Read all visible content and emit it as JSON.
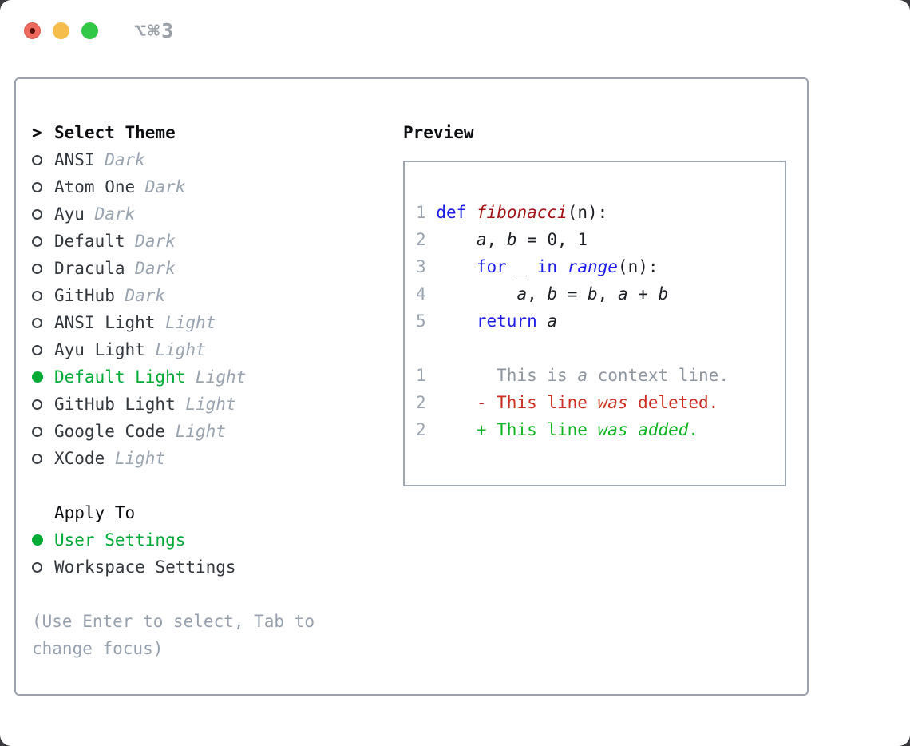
{
  "window": {
    "title": "⌥⌘3",
    "traffic_lights": [
      "close",
      "minimize",
      "zoom"
    ]
  },
  "theme_selector": {
    "header_prefix": ">",
    "header": "Select Theme",
    "themes": [
      {
        "name": "ANSI",
        "variant": "Dark",
        "selected": false
      },
      {
        "name": "Atom One",
        "variant": "Dark",
        "selected": false
      },
      {
        "name": "Ayu",
        "variant": "Dark",
        "selected": false
      },
      {
        "name": "Default",
        "variant": "Dark",
        "selected": false
      },
      {
        "name": "Dracula",
        "variant": "Dark",
        "selected": false
      },
      {
        "name": "GitHub",
        "variant": "Dark",
        "selected": false
      },
      {
        "name": "ANSI Light",
        "variant": "Light",
        "selected": false
      },
      {
        "name": "Ayu Light",
        "variant": "Light",
        "selected": false
      },
      {
        "name": "Default Light",
        "variant": "Light",
        "selected": true
      },
      {
        "name": "GitHub Light",
        "variant": "Light",
        "selected": false
      },
      {
        "name": "Google Code",
        "variant": "Light",
        "selected": false
      },
      {
        "name": "XCode",
        "variant": "Light",
        "selected": false
      }
    ]
  },
  "apply_to": {
    "header": "Apply To",
    "options": [
      {
        "label": "User Settings",
        "selected": true
      },
      {
        "label": "Workspace Settings",
        "selected": false
      }
    ]
  },
  "hint": "(Use Enter to select, Tab to change focus)",
  "preview": {
    "header": "Preview",
    "lines": [
      {
        "ln": "1",
        "cls": "code",
        "tokens": [
          {
            "t": " "
          },
          {
            "t": "def",
            "c": "kw"
          },
          {
            "t": " "
          },
          {
            "t": "fibonacci",
            "c": "fn"
          },
          {
            "t": "(n):"
          }
        ]
      },
      {
        "ln": "2",
        "cls": "code",
        "tokens": [
          {
            "t": "     "
          },
          {
            "t": "a",
            "c": "var"
          },
          {
            "t": ", "
          },
          {
            "t": "b",
            "c": "var"
          },
          {
            "t": " = 0, 1"
          }
        ]
      },
      {
        "ln": "3",
        "cls": "code",
        "tokens": [
          {
            "t": "     "
          },
          {
            "t": "for",
            "c": "kw"
          },
          {
            "t": " _ "
          },
          {
            "t": "in",
            "c": "kw"
          },
          {
            "t": " "
          },
          {
            "t": "range",
            "c": "bi"
          },
          {
            "t": "(n):"
          }
        ]
      },
      {
        "ln": "4",
        "cls": "code",
        "tokens": [
          {
            "t": "         "
          },
          {
            "t": "a",
            "c": "var"
          },
          {
            "t": ", "
          },
          {
            "t": "b",
            "c": "var"
          },
          {
            "t": " = "
          },
          {
            "t": "b",
            "c": "var"
          },
          {
            "t": ", "
          },
          {
            "t": "a",
            "c": "var"
          },
          {
            "t": " + "
          },
          {
            "t": "b",
            "c": "var"
          }
        ]
      },
      {
        "ln": "5",
        "cls": "code",
        "tokens": [
          {
            "t": "     "
          },
          {
            "t": "return",
            "c": "kw"
          },
          {
            "t": " "
          },
          {
            "t": "a",
            "c": "var"
          }
        ]
      },
      {
        "ln": "",
        "cls": "blank",
        "tokens": []
      },
      {
        "ln": "1",
        "cls": "ctx",
        "tokens": [
          {
            "t": "       This is "
          },
          {
            "t": "a",
            "c": "i"
          },
          {
            "t": " context line."
          }
        ]
      },
      {
        "ln": "2",
        "cls": "del",
        "tokens": [
          {
            "t": "     - This line "
          },
          {
            "t": "was",
            "c": "i"
          },
          {
            "t": " deleted."
          }
        ]
      },
      {
        "ln": "2",
        "cls": "add",
        "tokens": [
          {
            "t": "     + This line "
          },
          {
            "t": "was",
            "c": "i"
          },
          {
            "t": " "
          },
          {
            "t": "added",
            "c": "i"
          },
          {
            "t": "."
          }
        ]
      }
    ]
  },
  "colors": {
    "selection_green": "#00ab35",
    "keyword_blue": "#1d1de8",
    "function_red": "#a31515",
    "deleted_red": "#cc2e20",
    "added_green": "#0eb321",
    "muted_gray": "#9aa4b0",
    "text_dark": "#32373d",
    "border_gray": "#9aa3ad",
    "traffic_red": "#ee6a5f",
    "traffic_yellow": "#f5bd4b",
    "traffic_green": "#33c748"
  }
}
